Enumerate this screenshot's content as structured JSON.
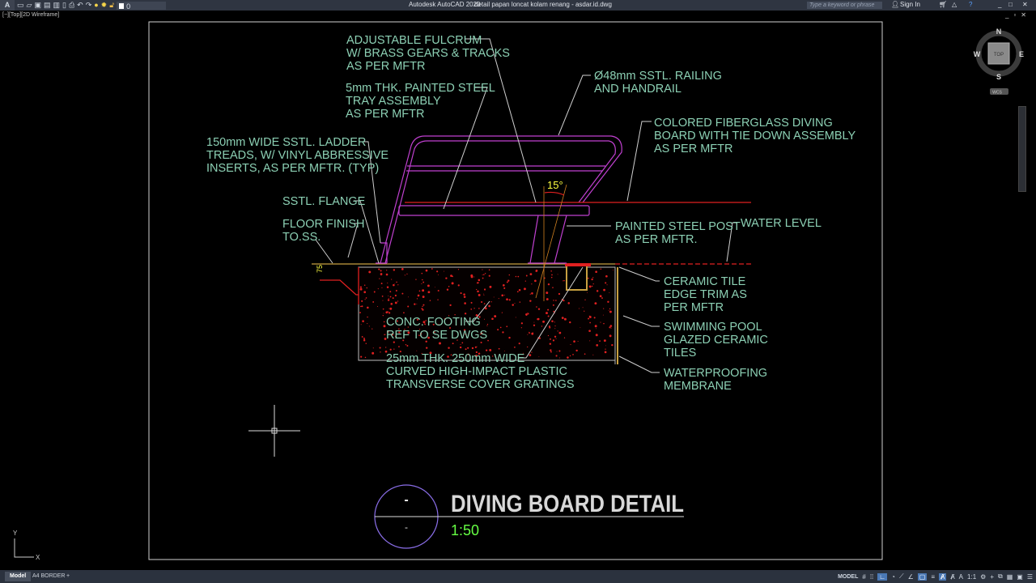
{
  "app": {
    "title": "Autodesk AutoCAD 2020",
    "file": "detail papan loncat kolam renang - asdar.id.dwg",
    "layer_value": "0",
    "search_placeholder": "Type a keyword or phrase",
    "sign_in": "Sign In",
    "viewport_label": "[−][Top][2D Wireframe]"
  },
  "viewcube": {
    "top": "TOP",
    "n": "N",
    "s": "S",
    "e": "E",
    "w": "W",
    "ucs": "WCS"
  },
  "tabs": [
    {
      "label": "Model",
      "active": true
    },
    {
      "label": "A4 BORDER",
      "active": false
    },
    {
      "label": "+"
    }
  ],
  "status": {
    "model": "MODEL",
    "scale": "1:1"
  },
  "drawing": {
    "callouts": {
      "fulcrum": [
        "ADJUSTABLE FULCRUM",
        "W/ BRASS GEARS & TRACKS",
        "AS PER MFTR"
      ],
      "tray": [
        "5mm THK. PAINTED STEEL",
        "TRAY ASSEMBLY",
        "AS PER MFTR"
      ],
      "railing": [
        "Ø48mm SSTL. RAILING",
        "AND HANDRAIL"
      ],
      "board": [
        "COLORED FIBERGLASS DIVING",
        "BOARD WITH TIE DOWN ASSEMBLY",
        "AS PER MFTR"
      ],
      "ladder": [
        "150mm WIDE SSTL. LADDER",
        "TREADS, W/ VINYL ABBRESSIVE",
        "INSERTS, AS PER MFTR. (TYP)"
      ],
      "flange": [
        "SSTL. FLANGE"
      ],
      "floor": [
        "FLOOR FINISH",
        "TO.SS."
      ],
      "post": [
        "PAINTED STEEL POST",
        "AS PER MFTR."
      ],
      "water": [
        "WATER LEVEL"
      ],
      "trim": [
        "CERAMIC TILE",
        "EDGE TRIM AS",
        "PER MFTR"
      ],
      "tiles": [
        "SWIMMING POOL",
        "GLAZED CERAMIC",
        "TILES"
      ],
      "membrane": [
        "WATERPROOFING",
        "MEMBRANE"
      ],
      "footing": [
        "CONC. FOOTING",
        "REF TO SE DWGS"
      ],
      "grating": [
        "25mm THK. 250mm WIDE",
        "CURVED HIGH-IMPACT PLASTIC",
        "TRANSVERSE COVER GRATINGS"
      ]
    },
    "angle": "15°",
    "dim": "75",
    "title": "DIVING BOARD DETAIL",
    "scale": "1:50",
    "bubble_top": "-",
    "bubble_bottom": "-"
  },
  "colors": {
    "callout": "#8cd0b4",
    "magenta": "#c040d0",
    "red": "#e02020",
    "yellow": "#ffff40",
    "green": "#66ff44"
  }
}
